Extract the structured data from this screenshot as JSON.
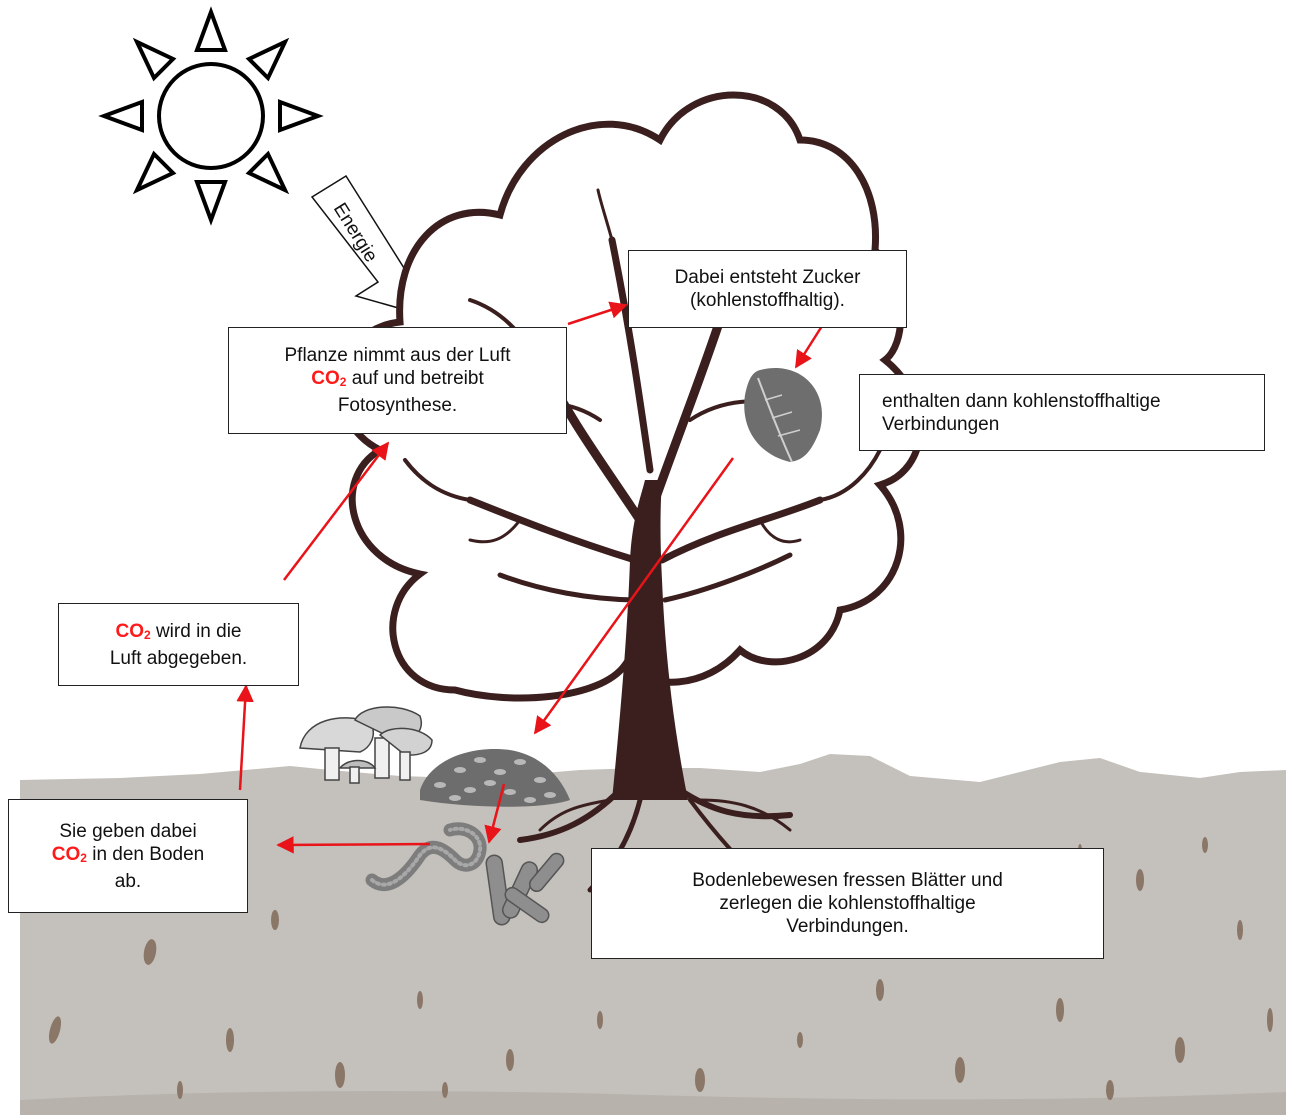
{
  "colors": {
    "arrow": "#e8141a",
    "tree": "#3b1f1f",
    "soil": "#c4c0bb",
    "co2": "#ff1a1a"
  },
  "icons": [
    "sun-icon",
    "energy-arrow-icon",
    "tree-icon",
    "leaf-icon",
    "mushroom-icon",
    "leaf-litter-icon",
    "earthworm-icon",
    "bacteria-icon"
  ],
  "energy_label": "Energie",
  "boxes": {
    "photosynthesis": {
      "line1": "Pflanze nimmt aus der Luft",
      "co2": "CO",
      "co2_sub": "2",
      "line2_rest": " auf und betreibt",
      "line3": "Fotosynthese."
    },
    "sugar": {
      "line1": "Dabei entsteht Zucker",
      "line2": "(kohlenstoffhaltig)."
    },
    "leaves": {
      "line1": "enthalten dann kohlenstoffhaltige",
      "line2": "Verbindungen"
    },
    "decomposers": {
      "line1": "Bodenlebewesen fressen Blätter und",
      "line2": "zerlegen die kohlenstoffhaltige",
      "line3": "Verbindungen."
    },
    "soil_co2": {
      "line1": "Sie geben dabei",
      "co2": "CO",
      "co2_sub": "2",
      "line2_rest": " in den Boden",
      "line3": "ab."
    },
    "air_co2": {
      "co2": "CO",
      "co2_sub": "2",
      "line1_rest": " wird in die",
      "line2": "Luft abgegeben."
    }
  }
}
